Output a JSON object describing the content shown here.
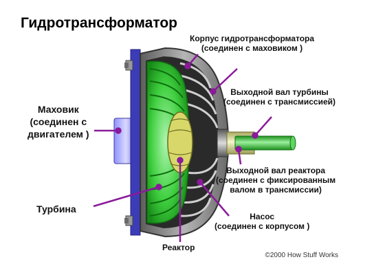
{
  "title": "Гидротрансформатор",
  "labels": {
    "housing": {
      "line1": "Корпус гидротрансформатора",
      "line2": "(соединен с маховиком )"
    },
    "turbine_shaft": {
      "line1": "Выходной вал турбины",
      "line2": "(соединен с трансмиссией)"
    },
    "flywheel": {
      "line1": "Маховик",
      "line2": "(соединен с",
      "line3": "двигателем )"
    },
    "reactor_shaft": {
      "line1": "Выходной вал реактора",
      "line2": "(соединен с фиксированным",
      "line3": "валом в трансмиссии)"
    },
    "turbine": "Турбина",
    "pump": {
      "line1": "Насос",
      "line2": "(соединен с корпусом )"
    },
    "reactor": "Реактор"
  },
  "copyright": "©2000 How Stuff Works",
  "colors": {
    "pointer": "#8a1a9a",
    "turbine_green": "#2fbf2f",
    "housing_gray": "#8c8c8c",
    "flywheel_blue": "#4040c0",
    "shaft_green": "#39c339"
  }
}
